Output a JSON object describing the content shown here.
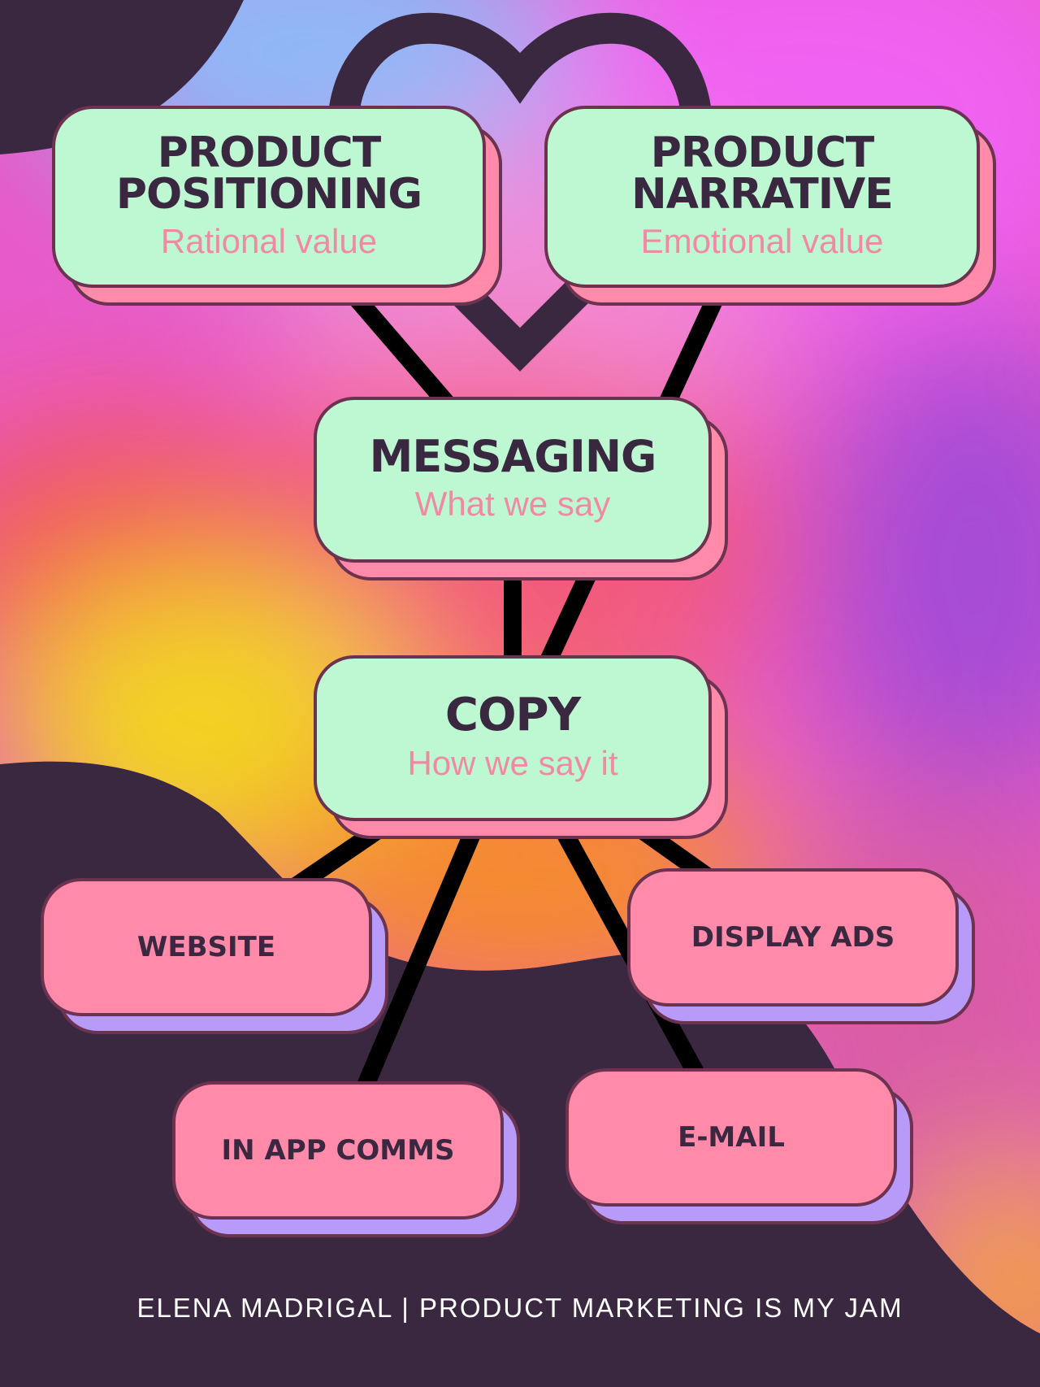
{
  "colors": {
    "dark": "#3a2840",
    "card_green": "#bdf8d2",
    "card_pink": "#ff8aa9",
    "shadow_purple": "#b89af8",
    "subtitle_pink": "#f08aa4",
    "connector": "#000000"
  },
  "icons": [
    "heart-outline-icon"
  ],
  "nodes": {
    "positioning": {
      "title": "PRODUCT\nPOSITIONING",
      "subtitle": "Rational value"
    },
    "narrative": {
      "title": "PRODUCT\nNARRATIVE",
      "subtitle": "Emotional value"
    },
    "messaging": {
      "title": "MESSAGING",
      "subtitle": "What we say"
    },
    "copy": {
      "title": "COPY",
      "subtitle": "How we say it"
    }
  },
  "channels": {
    "website": "WEBSITE",
    "display_ads": "DISPLAY ADS",
    "in_app_comms": "IN APP COMMS",
    "email": "E-MAIL"
  },
  "edges": [
    [
      "positioning",
      "messaging"
    ],
    [
      "narrative",
      "copy"
    ],
    [
      "messaging",
      "copy"
    ],
    [
      "copy",
      "website"
    ],
    [
      "copy",
      "in_app_comms"
    ],
    [
      "copy",
      "email"
    ],
    [
      "copy",
      "display_ads"
    ]
  ],
  "footer": "ELENA MADRIGAL | PRODUCT MARKETING IS MY JAM"
}
